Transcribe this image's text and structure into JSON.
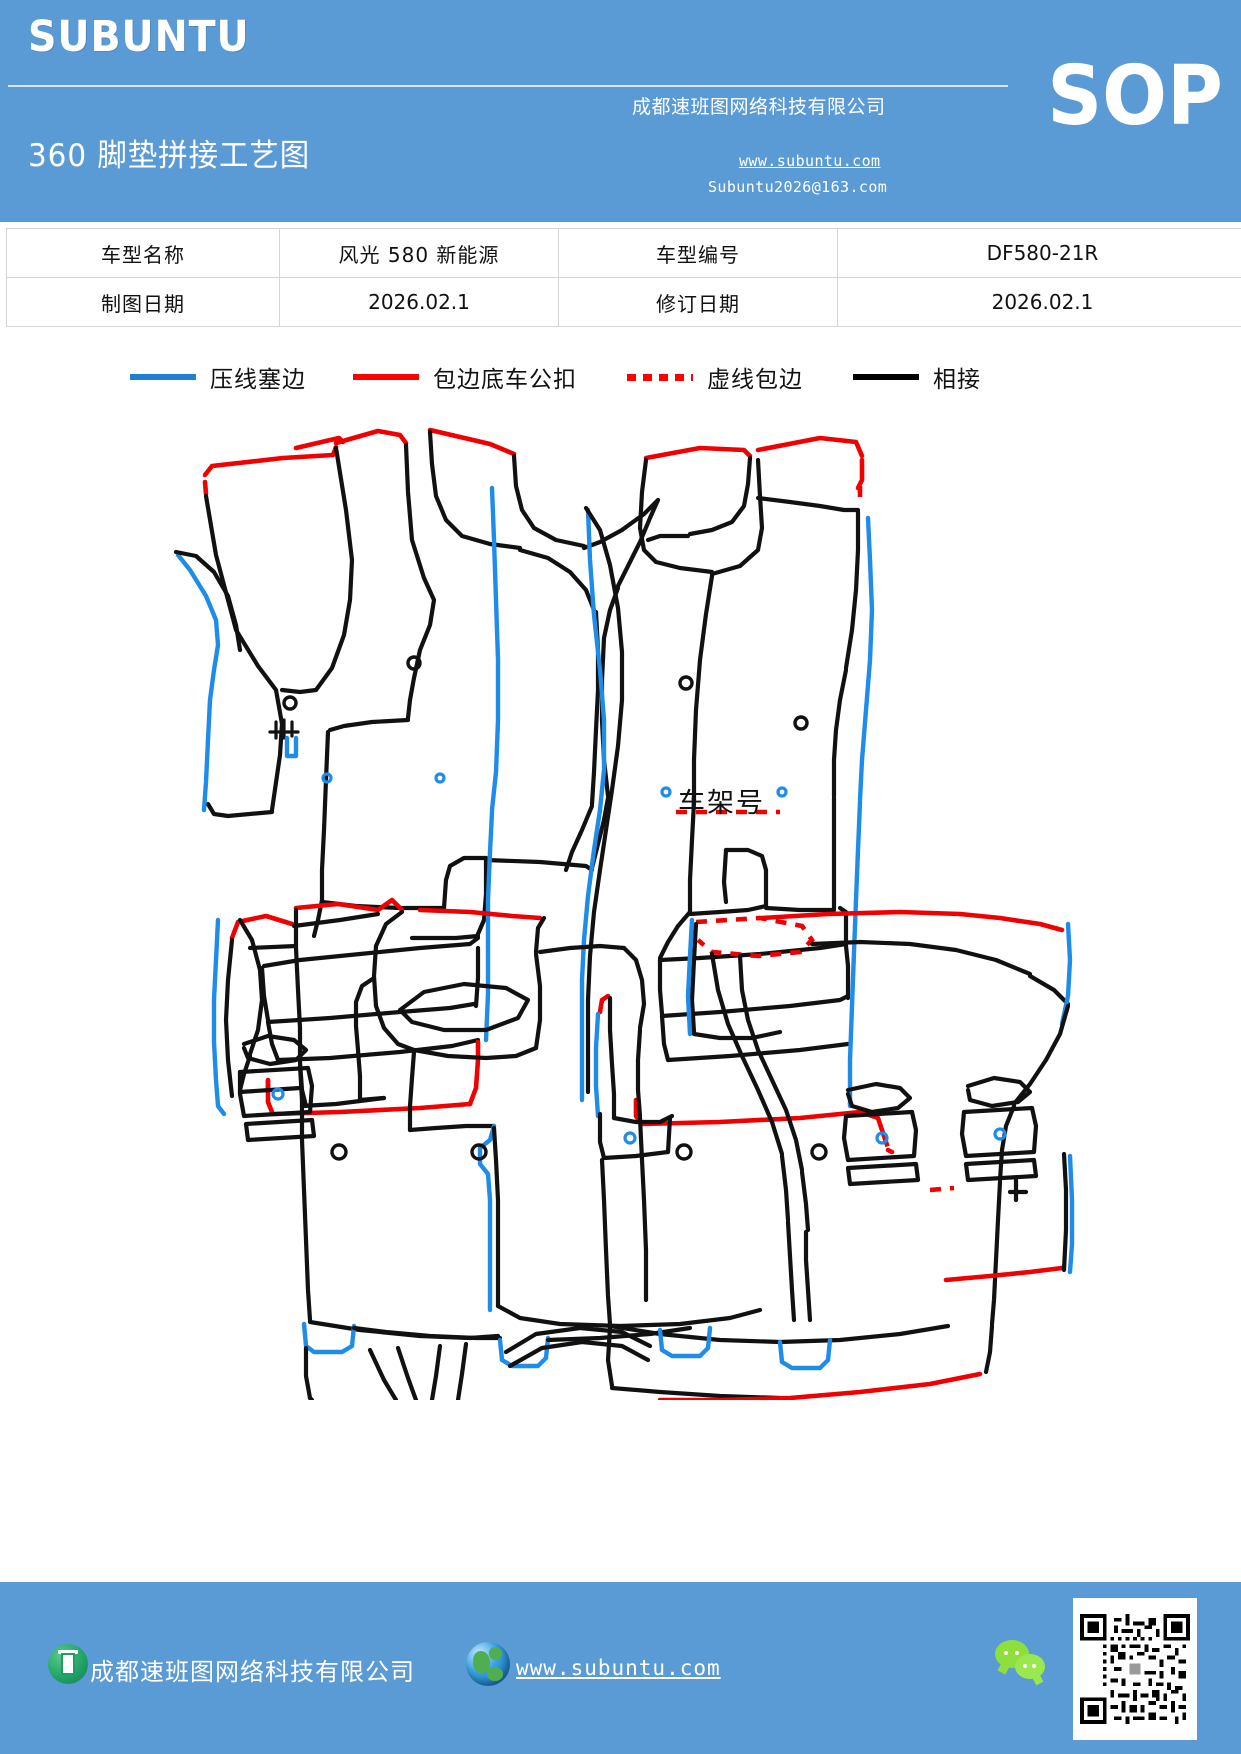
{
  "header": {
    "brand": "SUBUNTU",
    "doc_title": "360 脚垫拼接工艺图",
    "company": "成都速班图网络科技有限公司",
    "website": "www.subuntu.com",
    "email": "Subuntu2026@163.com",
    "sop_badge": "SOP",
    "bg_color": "#5b9bd5"
  },
  "info_table": {
    "rows": [
      {
        "label1": "车型名称",
        "value1": "风光 580 新能源",
        "label2": "车型编号",
        "value2": "DF580-21R"
      },
      {
        "label1": "制图日期",
        "value1": "2026.02.1",
        "label2": "修订日期",
        "value2": "2026.02.1"
      }
    ]
  },
  "legend": {
    "items": [
      {
        "label": "压线塞边",
        "style": "solid",
        "color": "#1f7fd4"
      },
      {
        "label": "包边底车公扣",
        "style": "solid",
        "color": "#ff0000"
      },
      {
        "label": "虚线包边",
        "style": "dotted",
        "color": "#ff0000"
      },
      {
        "label": "相接",
        "style": "solid",
        "color": "#000000"
      }
    ]
  },
  "drawing": {
    "annotations": [
      {
        "text": "车架号",
        "panel": "upper-right"
      }
    ],
    "panels": [
      {
        "name": "driver-front-mat",
        "position": "upper-left"
      },
      {
        "name": "passenger-front-mat",
        "position": "upper-right"
      },
      {
        "name": "rear-left-mat",
        "position": "lower-left"
      },
      {
        "name": "rear-right-mat",
        "position": "lower-right"
      }
    ]
  },
  "footer": {
    "company": "成都速班图网络科技有限公司",
    "website": "www.subuntu.com",
    "bg_color": "#5b9bd5"
  }
}
